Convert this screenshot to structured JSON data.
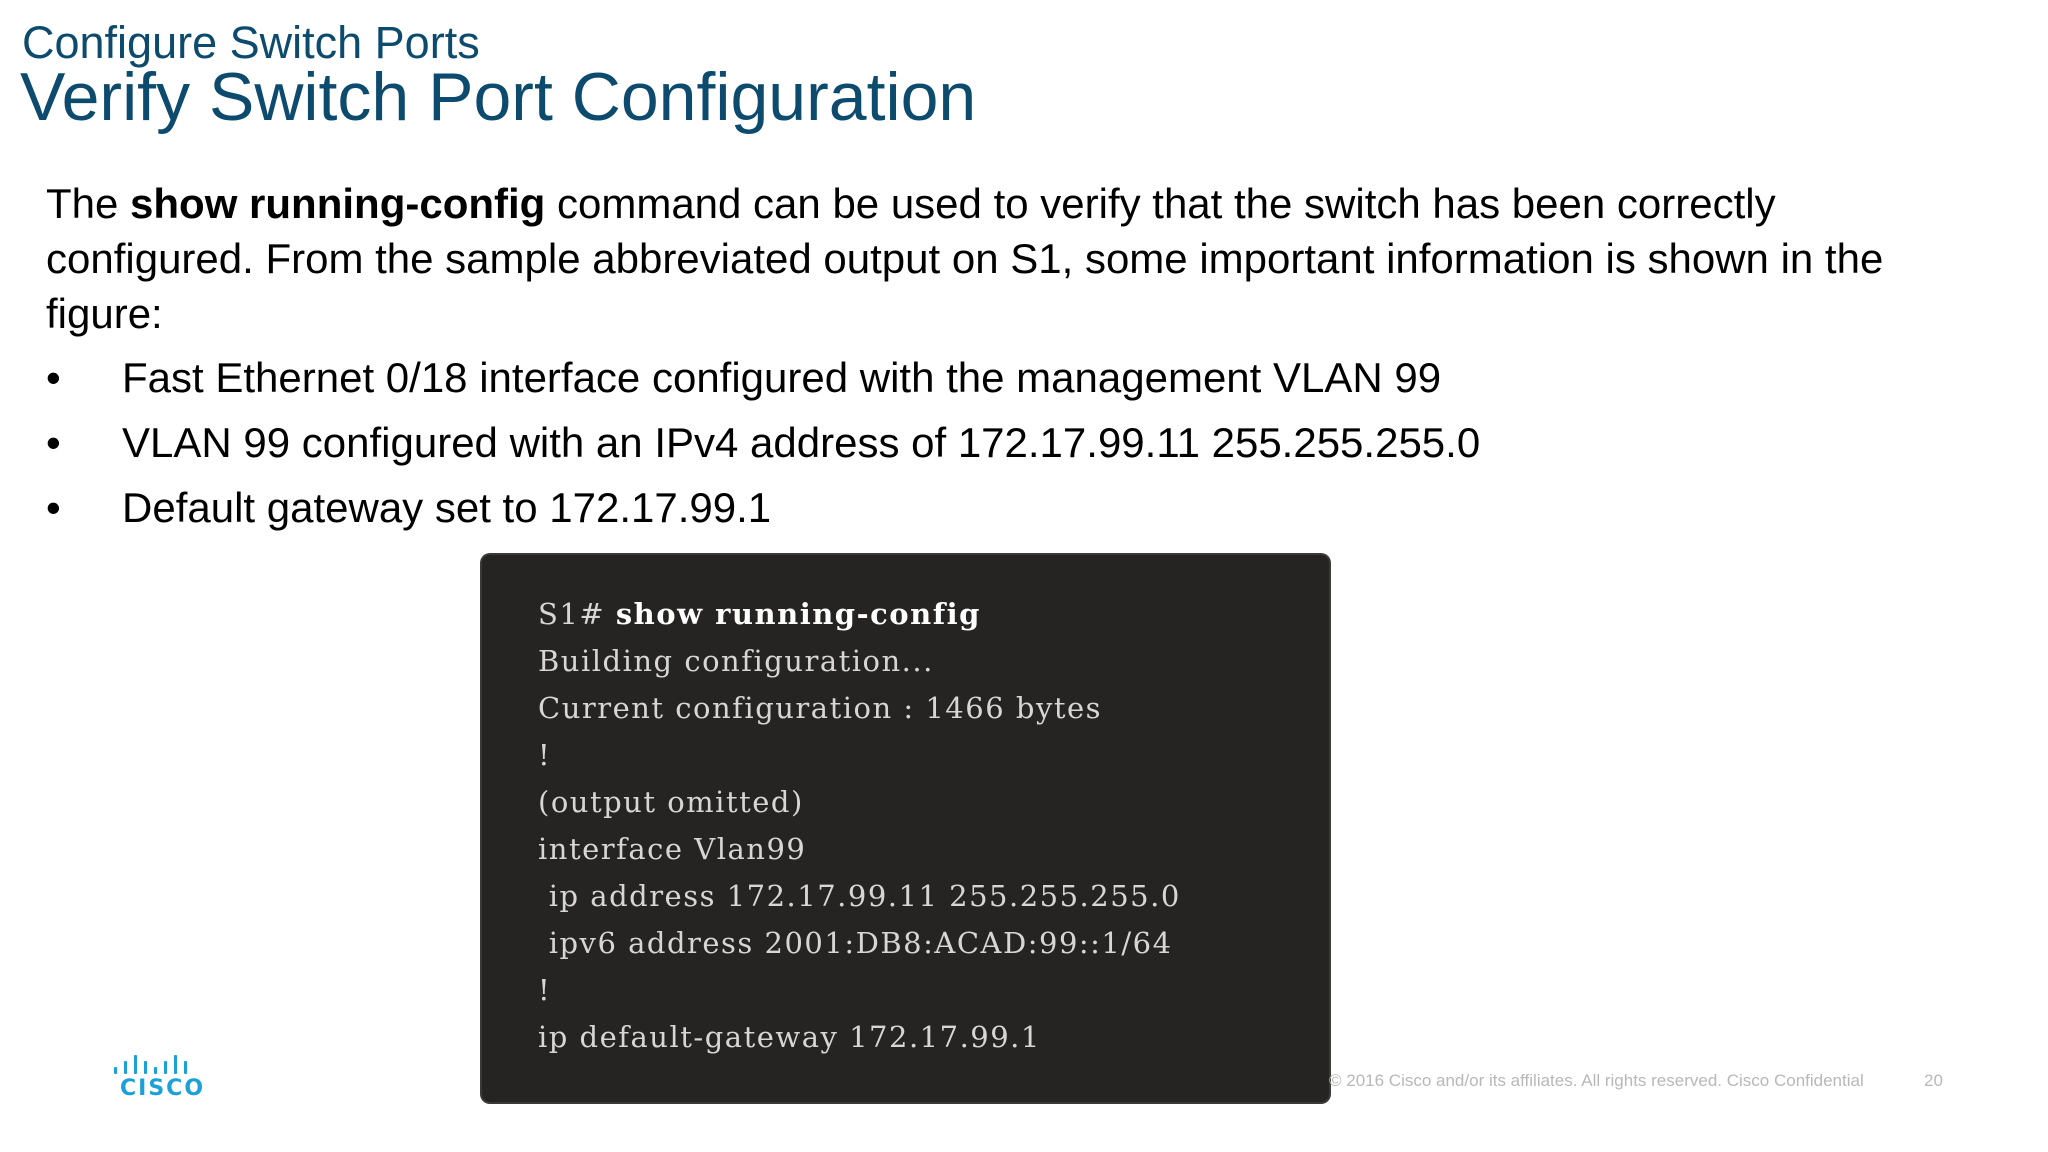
{
  "header": {
    "subtitle": "Configure Switch Ports",
    "title": "Verify Switch Port Configuration"
  },
  "body": {
    "intro_before": "The ",
    "intro_bold": "show running-config",
    "intro_after": " command can be used to verify that the switch has been correctly configured. From the sample abbreviated output on S1, some important information is shown in the figure:",
    "bullet_symbol": "•",
    "bullets": [
      "Fast Ethernet 0/18 interface configured with the management VLAN 99",
      "VLAN 99 configured with an IPv4 address of 172.17.99.11 255.255.255.0",
      "Default gateway set to 172.17.99.1"
    ]
  },
  "terminal": {
    "prompt": "S1# ",
    "command": "show running-config",
    "lines": [
      "Building configuration...",
      "Current configuration : 1466 bytes",
      "!",
      "(output omitted)",
      "interface Vlan99",
      " ip address 172.17.99.11 255.255.255.0",
      " ipv6 address 2001:DB8:ACAD:99::1/64",
      "!",
      "ip default-gateway 172.17.99.1"
    ]
  },
  "footer": {
    "logo_text": "CISCO",
    "copyright": "© 2016  Cisco and/or its affiliates. All rights reserved.   Cisco Confidential",
    "page_number": "20"
  },
  "colors": {
    "title_blue": "#0d4b6e",
    "terminal_bg": "#252422",
    "cisco_blue": "#1ba0d7"
  }
}
